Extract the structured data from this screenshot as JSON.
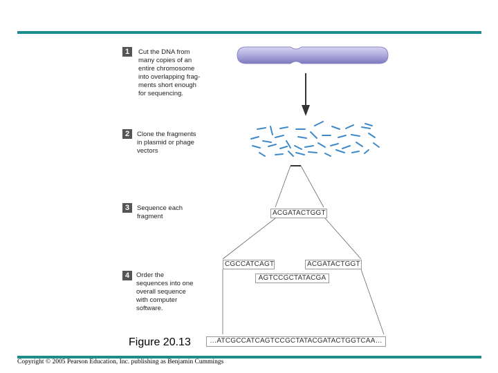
{
  "steps": [
    {
      "number": "1",
      "text": "Cut the DNA from\nmany copies of an\nentire chromosome\ninto overlapping frag-\nments short enough\nfor sequencing."
    },
    {
      "number": "2",
      "text": "Clone the fragments\nin plasmid or phage\nvectors"
    },
    {
      "number": "3",
      "text": "Sequence each\nfragment"
    },
    {
      "number": "4",
      "text": "Order the\nsequences into one\noverall sequence\nwith computer\nsoftware."
    }
  ],
  "sequences": {
    "fragment": "ACGATACTGGT",
    "overlap_left": "CGCCATCAGT",
    "overlap_right": "ACGATACTGGT",
    "overlap_middle": "AGTCCGCTATACGA",
    "overall": "…ATCGCCATCAGTCCGCTATACGATACTGGTCAA…"
  },
  "figure_label": "Figure 20.13",
  "copyright": "Copyright © 2005 Pearson Education, Inc. publishing as Benjamin Cummings",
  "colors": {
    "accent_bar": "#1c8c8c",
    "chromosome": "#a9a6d8",
    "fragments": "#3d88c8",
    "step_badge": "#555555"
  }
}
